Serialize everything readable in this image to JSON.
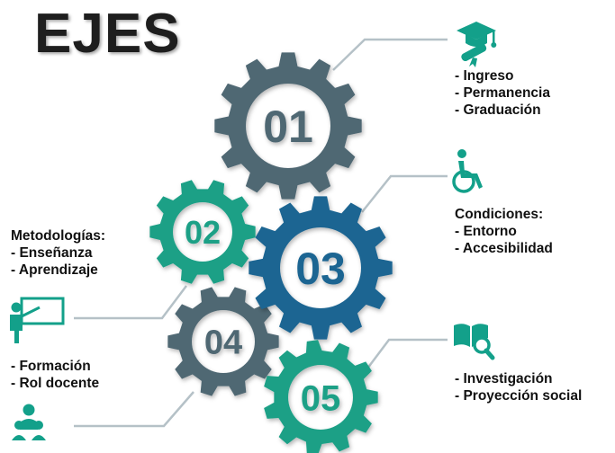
{
  "title": "EJES",
  "gears": [
    {
      "label": "01",
      "color": "#4f6773"
    },
    {
      "label": "02",
      "color": "#1aa086"
    },
    {
      "label": "03",
      "color": "#1b6592"
    },
    {
      "label": "04",
      "color": "#4f6773"
    },
    {
      "label": "05",
      "color": "#1aa086"
    }
  ],
  "connector_color": "#b5c1c7",
  "icon_color": "#13a08a",
  "axes": {
    "eje1": {
      "icon": "graduation-cap-diploma-icon",
      "items": [
        "- Ingreso",
        "- Permanencia",
        "- Graduación"
      ]
    },
    "eje2": {
      "icon": "teacher-board-icon",
      "heading": "Metodologías:",
      "items": [
        "- Enseñanza",
        "- Aprendizaje"
      ]
    },
    "eje3": {
      "icon": "wheelchair-icon",
      "heading": "Condiciones:",
      "items": [
        "- Entorno",
        "- Accesibilidad"
      ]
    },
    "eje4": {
      "icon": "users-group-icon",
      "items": [
        "- Formación",
        "- Rol docente"
      ]
    },
    "eje5": {
      "icon": "book-magnifier-icon",
      "items": [
        "- Investigación",
        "- Proyección social"
      ]
    }
  }
}
